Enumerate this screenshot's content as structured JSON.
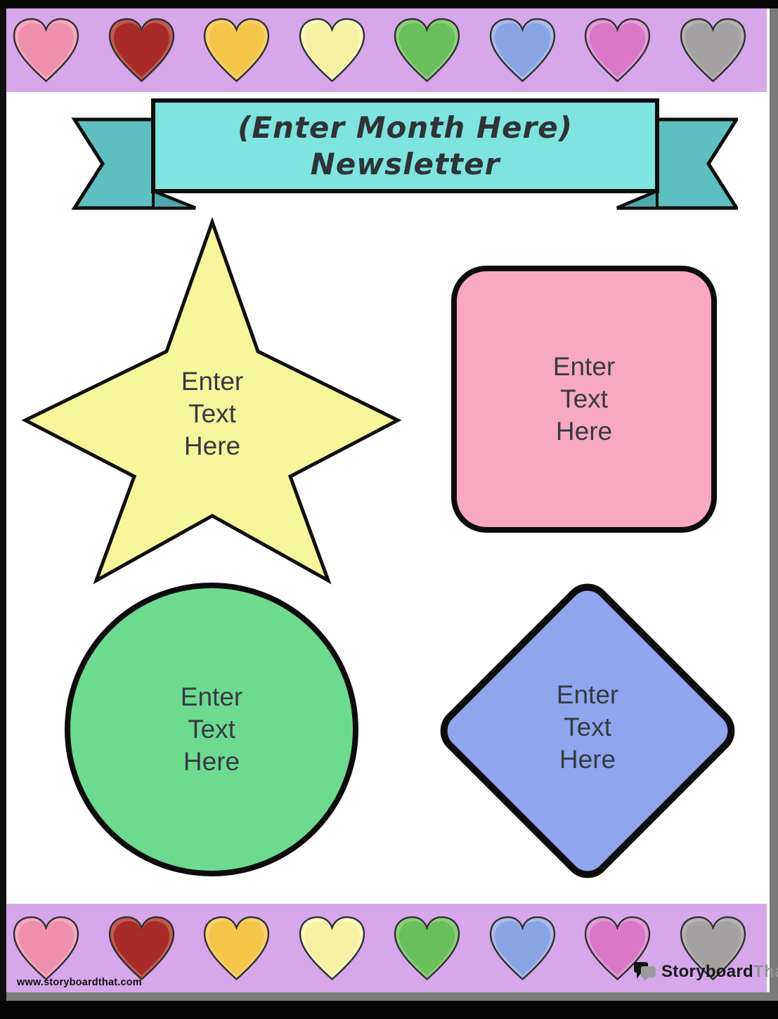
{
  "banner": {
    "title_line1": "(Enter Month Here)",
    "title_line2": "Newsletter",
    "ribbon_color": "#7fe3df",
    "tail_color": "#5fbfc0",
    "fold_color": "#4fa8ab"
  },
  "shapes": {
    "star": {
      "fill": "#f6f59b",
      "lines": [
        "Enter",
        "Text",
        "Here"
      ]
    },
    "pink_square": {
      "fill": "#f8a8c0",
      "lines": [
        "Enter",
        "Text",
        "Here"
      ]
    },
    "green_circle": {
      "fill": "#6dda8f",
      "lines": [
        "Enter",
        "Text",
        "Here"
      ]
    },
    "blue_diamond": {
      "fill": "#8fa5ee",
      "lines": [
        "Enter",
        "Text",
        "Here"
      ]
    }
  },
  "hearts": {
    "strip_color": "#d6a7eb",
    "items": [
      {
        "name": "pink",
        "rim": "#f2a9c0",
        "fill": "#ee8fad"
      },
      {
        "name": "dark-red",
        "rim": "#bf5b52",
        "fill": "#a72c28"
      },
      {
        "name": "gold",
        "rim": "#f6d06e",
        "fill": "#f3c64a"
      },
      {
        "name": "pale-yellow",
        "rim": "#faf7c2",
        "fill": "#f7f0a2"
      },
      {
        "name": "green",
        "rim": "#8ccf7b",
        "fill": "#69bf5b"
      },
      {
        "name": "periwinkle",
        "rim": "#a9bbe9",
        "fill": "#8aa3e2"
      },
      {
        "name": "magenta",
        "rim": "#e19cd6",
        "fill": "#d878c6"
      },
      {
        "name": "gray",
        "rim": "#b3b1b1",
        "fill": "#a3a1a1"
      }
    ]
  },
  "footer": {
    "website": "www.storyboardthat.com",
    "logo_part1": "Storyboard",
    "logo_part2": "That"
  }
}
